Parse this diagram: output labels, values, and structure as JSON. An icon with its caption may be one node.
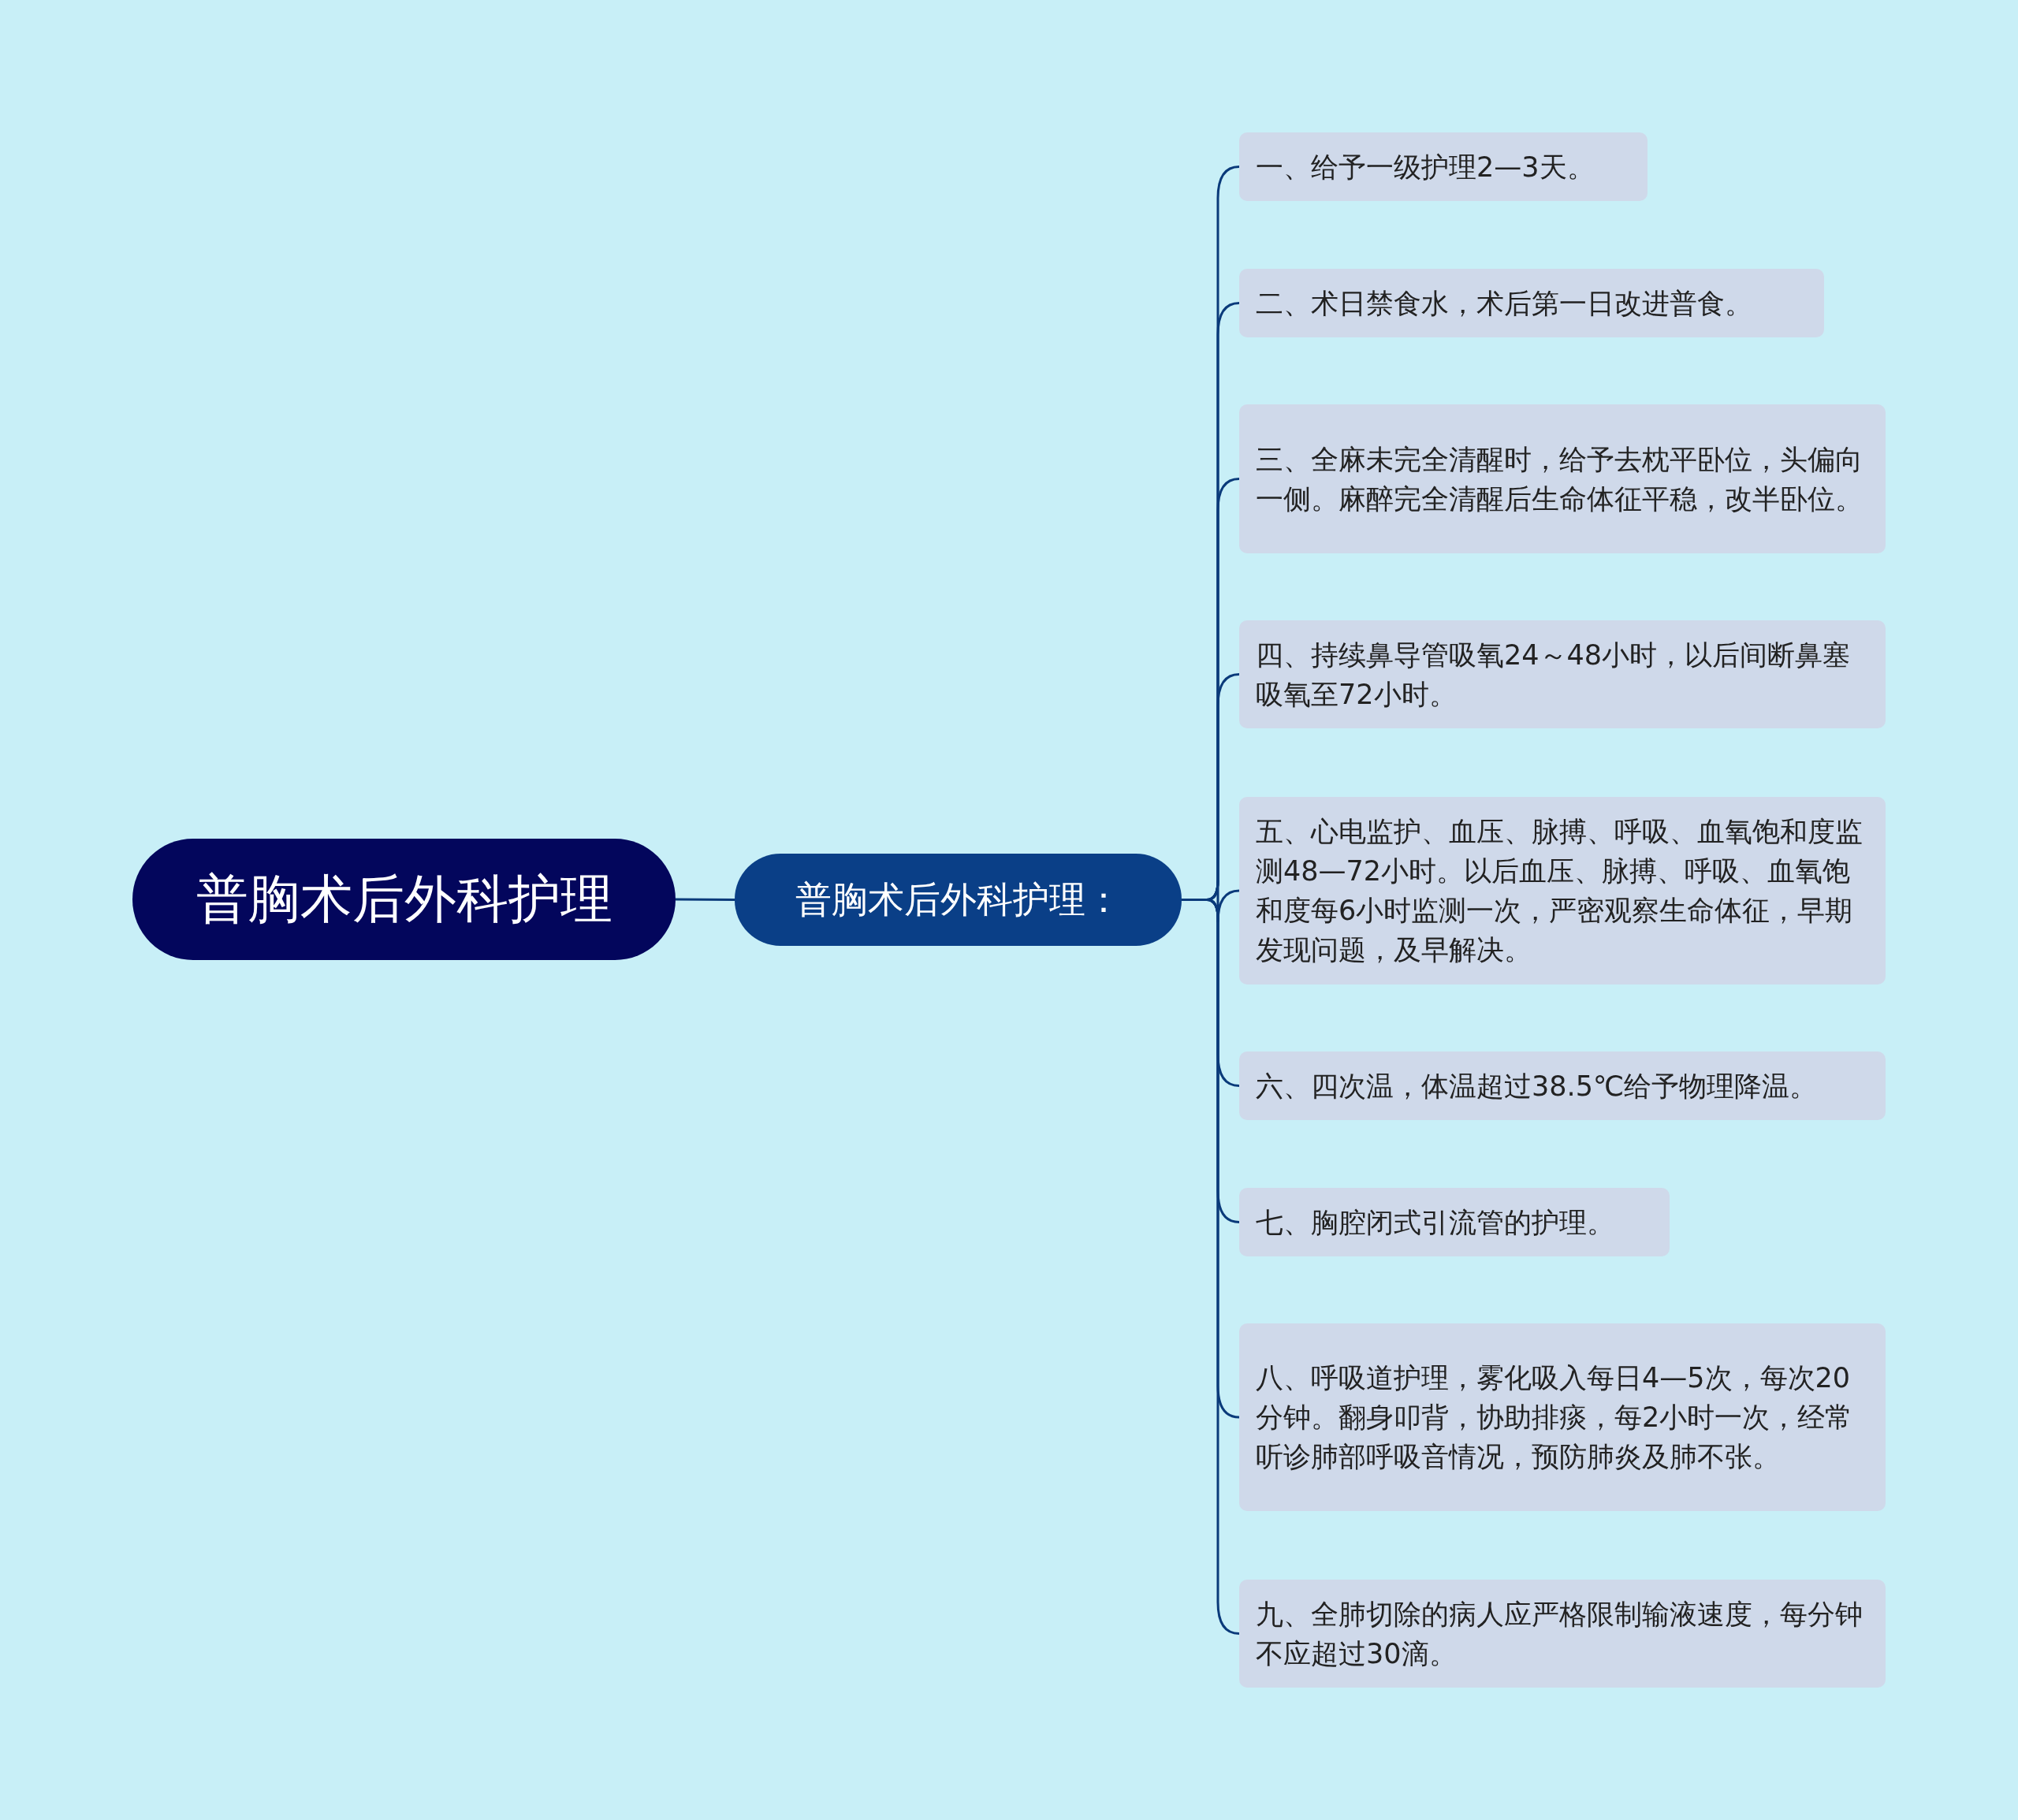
{
  "diagram": {
    "nodes": [
      {
        "text": [
          "普胸术后外科护理"
        ]
      },
      {
        "text": [
          "普胸术后外科护理："
        ]
      },
      {
        "text": [
          "一、给予一级护理2—3天。"
        ]
      },
      {
        "text": [
          "二、术日禁食水，术后第一日改进普食。"
        ]
      },
      {
        "text": [
          "三、全麻未完全清醒时，给予去枕平卧位，头偏向一侧。麻醉完全清醒后生命体征平稳，改半卧位。"
        ]
      },
      {
        "text": [
          "四、持续鼻导管吸氧24～48小时，以后间断鼻塞吸氧至72小时。"
        ]
      },
      {
        "text": [
          "五、心电监护、血压、脉搏、呼吸、血氧饱和度监测48—72小时。以后血压、脉搏、呼吸、血氧饱和度每6小时监测一次，严密观察生命体征，早期发现问题，及早解决。"
        ]
      },
      {
        "text": [
          "六、四次温，体温超过38.5℃给予物理降温。"
        ]
      },
      {
        "text": [
          "七、胸腔闭式引流管的护理。"
        ]
      },
      {
        "text": [
          "八、呼吸道护理，雾化吸入每日4—5次，每次20分钟。翻身叩背，协助排痰，每2小时一次，经常听诊肺部呼吸音情况，预防肺炎及肺不张。"
        ]
      },
      {
        "text": [
          "九、全肺切除的病人应严格限制输液速度，每分钟不应超过30滴。"
        ]
      }
    ],
    "edges": [
      {
        "from": 0,
        "to": 1,
        "arrow": "none"
      },
      {
        "from": 1,
        "to": 2,
        "arrow": "none"
      },
      {
        "from": 1,
        "to": 3,
        "arrow": "none"
      },
      {
        "from": 1,
        "to": 4,
        "arrow": "none"
      },
      {
        "from": 1,
        "to": 5,
        "arrow": "none"
      },
      {
        "from": 1,
        "to": 6,
        "arrow": "none"
      },
      {
        "from": 1,
        "to": 7,
        "arrow": "none"
      },
      {
        "from": 1,
        "to": 8,
        "arrow": "none"
      },
      {
        "from": 1,
        "to": 9,
        "arrow": "none"
      },
      {
        "from": 1,
        "to": 10,
        "arrow": "none"
      }
    ]
  }
}
